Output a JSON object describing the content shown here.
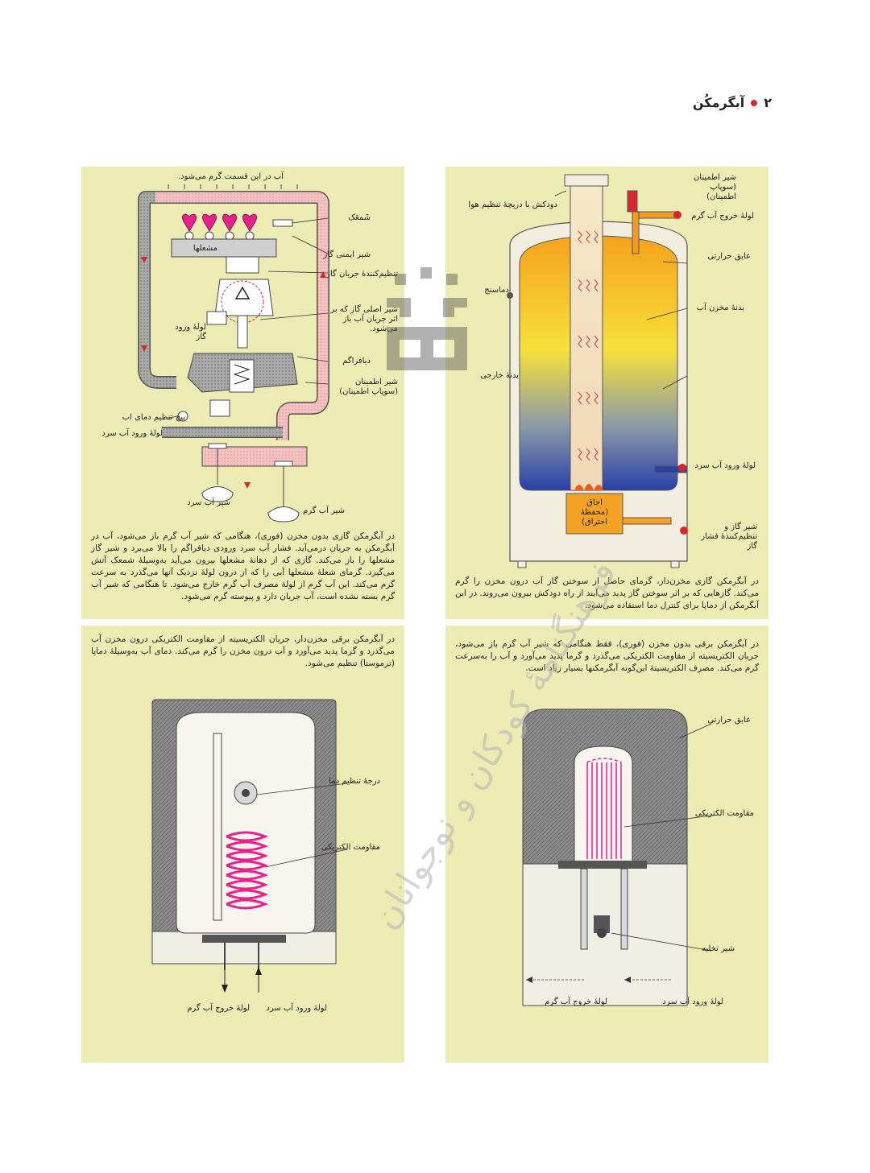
{
  "header": {
    "page_number": "۲",
    "chapter_title": "آبگرمکُن"
  },
  "panel_gas_instant": {
    "labels": {
      "top_note": "آب در این قسمت گرم می‌شود.",
      "pilot": "شَمعَک",
      "burners": "مشعلها",
      "gas_safety_valve": "شیر ایمنی گاز",
      "gas_flow_regulator": "تنظیم‌کنندهٔ جریان گاز",
      "main_gas_valve": "شیر اصلی گاز که بر اثر جریان آب باز می‌شود.",
      "gas_inlet": "لولهٔ ورود گاز",
      "diaphragm": "دیافراگم",
      "safety_valve": "شیر اطمینان (سوپاپ اطمینان)",
      "temp_screw": "پیچ تنظیم دمای اب",
      "cold_inlet": "لولهٔ ورود آب سرد",
      "cold_tap": "شیر آب سرد",
      "hot_tap": "شیر آب گرم"
    },
    "caption": "در آبگرمکن گازی بدون مخزن (فوری)، هنگامی که شیر آب گرم باز می‌شود، آب در آبگرمکن به جریان درمی‌آید. فشار آب سرد ورودی دیافراگم را بالا می‌برد و شیر گاز مشعلها را باز می‌کند. گازی که از دهانهٔ مشعلها بیرون می‌آید به‌وسیلهٔ شمعک آتش می‌گیرد. گرمای شعلهٔ مشعلها آبی را که از درون لولهٔ نزدیک آنها می‌گذرد به سرعت گرم می‌کند. این آب گرم از لولهٔ مصرف آب گرم خارج می‌شود. تا هنگامی که شیر آب گرم بسته نشده است، آب جریان دارد و پیوسته گرم می‌شود."
  },
  "panel_gas_tank": {
    "labels": {
      "chimney": "دودکش با دریچهٔ تنظیم هوا",
      "safety_valve": "شیر اطمینان (سوپاپ اطمینان)",
      "hot_outlet": "لولهٔ خروج آب گرم",
      "insulation": "عایق حرارتی",
      "thermometer": "دماسنج",
      "tank_body": "بدنهٔ مخزن آب",
      "outer_body": "بدنهٔ خارجی",
      "cold_inlet": "لولهٔ ورود آب سرد",
      "combustion": "اجاق (محفظهٔ احتراق)",
      "gas_valve": "شیر گاز و تنظیم‌کنندهٔ فشار گاز"
    },
    "caption": "در آبگرمکن گازی مخزن‌دار، گرمای حاصل از سوختن گاز آب درون مخزن را گرم می‌کند. گازهایی که بر اثر سوختن گاز پدید می‌آیند از راه دودکش بیرون می‌روند. در این آبگرمکن از دماپا برای کنترل دما استفاده می‌شود."
  },
  "panel_electric_tank": {
    "caption": "در آبگرمکن برقی مخزن‌دار، جریان الکتریسیته از مقاومت الکتریکی درون مخزن آب می‌گذرد و گرما پدید می‌آورد و آب درون مخزن را گرم می‌کند. دمای آب به‌وسیلهٔ دماپا (ترموستا) تنظیم می‌شود.",
    "labels": {
      "thermostat": "درجهٔ تنظیم دما",
      "element": "مقاومت الکتریکی",
      "hot_outlet": "لولهٔ خروج آب گرم",
      "cold_inlet": "لولهٔ ورود آب سرد"
    }
  },
  "panel_electric_instant": {
    "caption": "در آبگرمکن برقی بدون مخزن (فوری)، فقط هنگامی که شیر آب گرم باز می‌شود، جریان الکتریسیته از مقاومت الکتریکی می‌گذرد و گرما پدید می‌آورد و آب را به‌سرعت گرم می‌کند. مصرف الکتریسیتهٔ این‌گونه آبگرمکنها بسیار زیاد است.",
    "labels": {
      "insulation": "عایق حرارتی",
      "element": "مقاومت الکتریکی",
      "drain": "شیر تخلیه",
      "hot_outlet": "لولهٔ خروج آب گرم",
      "cold_inlet": "لولهٔ ورود آب سرد"
    }
  },
  "watermark": {
    "text": "فرهنگنامهٔ کودکان و نوجوانان"
  },
  "colors": {
    "panel_bg": "#ecebb3",
    "accent_red": "#d8262f",
    "flame": "#e8208a"
  }
}
